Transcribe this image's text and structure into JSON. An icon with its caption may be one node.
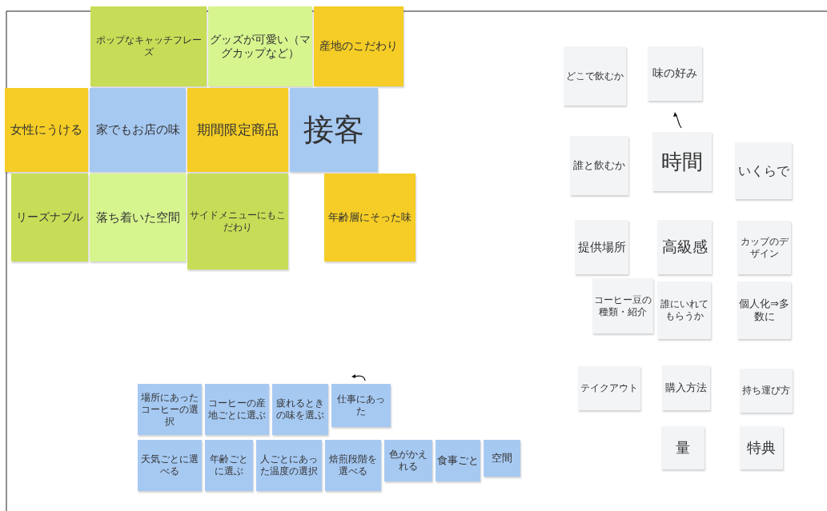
{
  "diagram": {
    "nodes": [
      {
        "text": [
          "ポップなキャッチフレーズ"
        ]
      },
      {
        "text": [
          "グッズが可愛い（マグカップなど）"
        ]
      },
      {
        "text": [
          "産地のこだわり"
        ]
      },
      {
        "text": [
          "女性にうける"
        ]
      },
      {
        "text": [
          "家でもお店の味"
        ]
      },
      {
        "text": [
          "期間限定商品"
        ]
      },
      {
        "text": [
          "接客"
        ]
      },
      {
        "text": [
          "リーズナブル"
        ]
      },
      {
        "text": [
          "落ち着いた空間"
        ]
      },
      {
        "text": [
          "サイドメニューにもこだわり"
        ]
      },
      {
        "text": [
          "年齢層にそった味"
        ]
      },
      {
        "text": [
          "どこで飲むか"
        ]
      },
      {
        "text": [
          "味の好み"
        ]
      },
      {
        "text": [
          "誰と飲むか"
        ]
      },
      {
        "text": [
          "時間"
        ]
      },
      {
        "text": [
          "いくらで"
        ]
      },
      {
        "text": [
          "提供場所"
        ]
      },
      {
        "text": [
          "高級感"
        ]
      },
      {
        "text": [
          "カップのデザイン"
        ]
      },
      {
        "text": [
          "コーヒー豆の種類・紹介"
        ]
      },
      {
        "text": [
          "誰にいれてもらうか"
        ]
      },
      {
        "text": [
          "個人化⇒多数に"
        ]
      },
      {
        "text": [
          "テイクアウト"
        ]
      },
      {
        "text": [
          "購入方法"
        ]
      },
      {
        "text": [
          "持ち運び方"
        ]
      },
      {
        "text": [
          "量"
        ]
      },
      {
        "text": [
          "特典"
        ]
      },
      {
        "text": [
          "場所にあったコーヒーの選択"
        ]
      },
      {
        "text": [
          "コーヒーの産地ごとに選ぶ"
        ]
      },
      {
        "text": [
          "疲れるときの味を選ぶ"
        ]
      },
      {
        "text": [
          "仕事にあった"
        ]
      },
      {
        "text": [
          "人ごとにあった温度の選択"
        ]
      },
      {
        "text": [
          "天気ごとに選べる"
        ]
      },
      {
        "text": [
          "年齢ごとに選ぶ"
        ]
      },
      {
        "text": [
          "焙煎段階を選べる"
        ]
      },
      {
        "text": [
          "色がかえれる"
        ]
      },
      {
        "text": [
          "食事ごと"
        ]
      },
      {
        "text": [
          "空間"
        ]
      }
    ]
  }
}
